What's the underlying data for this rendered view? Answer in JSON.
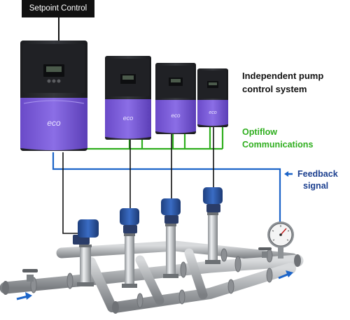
{
  "setpoint_label": "Setpoint Control",
  "system_label_line1": "Independent pump",
  "system_label_line2": "control system",
  "comms_label_line1": "Optiflow",
  "comms_label_line2": "Communications",
  "feedback_label_line1": "Feedback",
  "feedback_label_line2": "signal",
  "drive_brand": "eco",
  "colors": {
    "drive_body": "#2a2c30",
    "drive_accent": "#7a5ad8",
    "comm_line": "#2fae1e",
    "feedback_line": "#1c64c8",
    "pump_motor": "#2b58a6",
    "pipe": "#a9acae",
    "text_dark": "#111111"
  }
}
